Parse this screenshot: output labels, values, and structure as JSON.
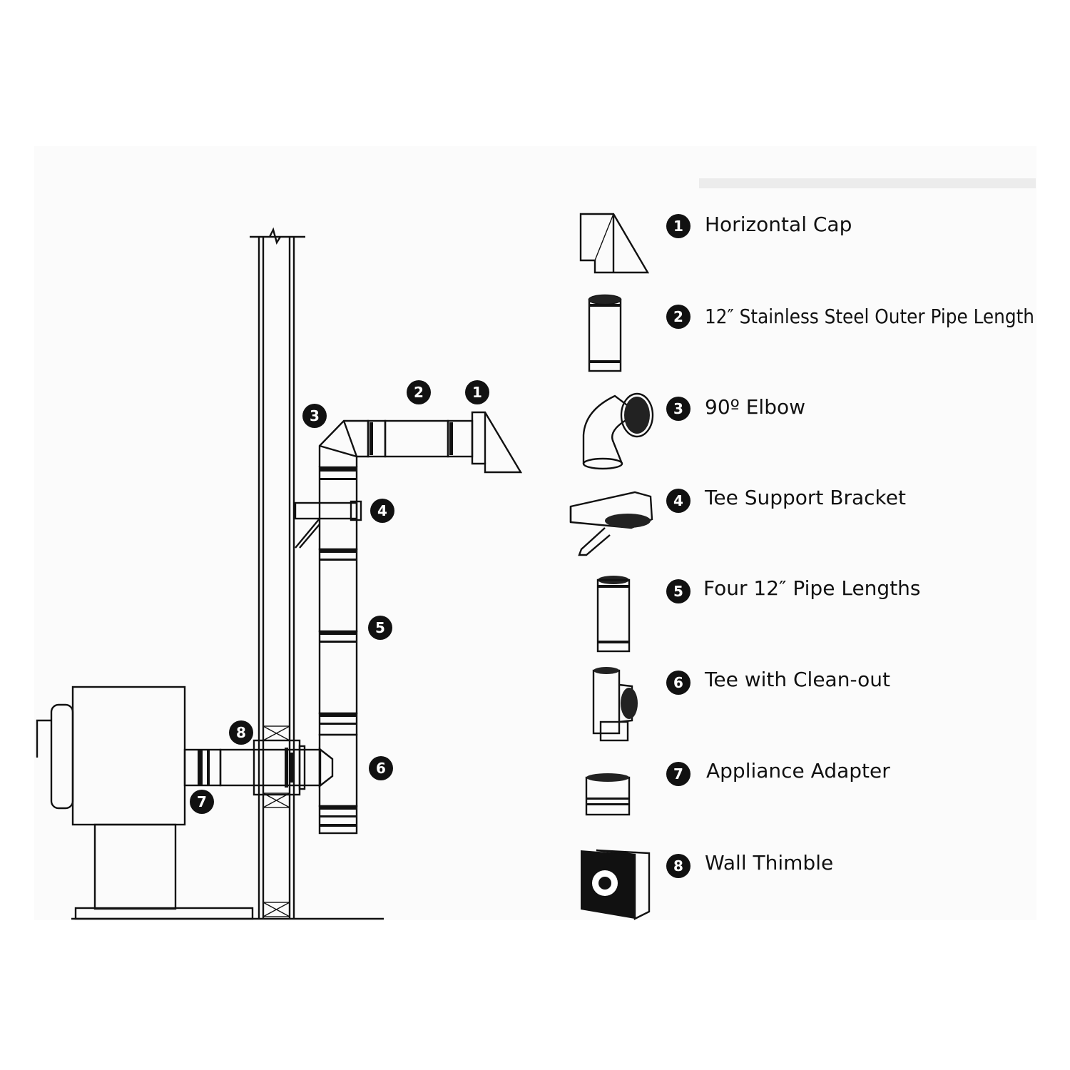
{
  "callouts": [
    {
      "number": "1",
      "label": "Horizontal Cap"
    },
    {
      "number": "2",
      "label": "12″ Stainless Steel Outer Pipe Length"
    },
    {
      "number": "3",
      "label": "90º Elbow"
    },
    {
      "number": "4",
      "label": "Tee Support Bracket"
    },
    {
      "number": "5",
      "label": "Four 12″ Pipe Lengths"
    },
    {
      "number": "6",
      "label": "Tee with Clean-out"
    },
    {
      "number": "7",
      "label": "Appliance Adapter"
    },
    {
      "number": "8",
      "label": "Wall Thimble"
    }
  ],
  "colors": {
    "line": "#111111",
    "background": "#ffffff",
    "panel": "#fafafa"
  },
  "icons": [
    "horizontal-cap-icon",
    "pipe-length-icon",
    "elbow-icon",
    "support-bracket-icon",
    "pipe-length-icon",
    "tee-icon",
    "appliance-adapter-icon",
    "wall-thimble-icon"
  ]
}
